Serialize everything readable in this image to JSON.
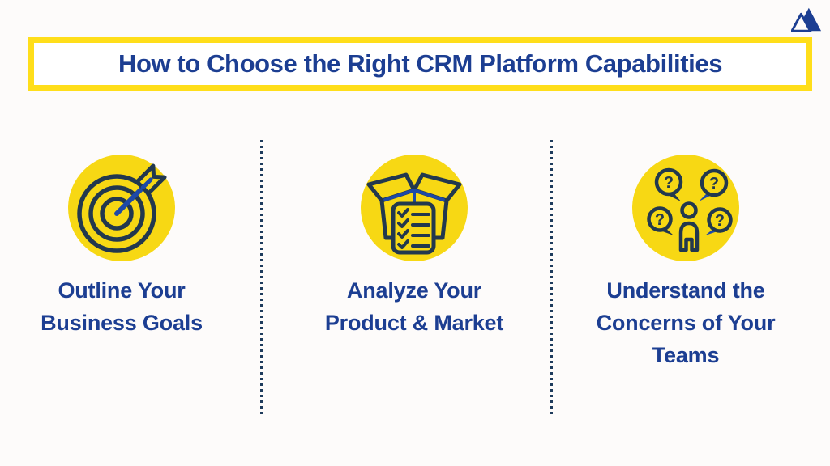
{
  "colors": {
    "page-bg": "#FDFBFA",
    "banner-border": "#FFDE1A",
    "banner-bg": "#FFFFFF",
    "circle-yellow": "#F7D814",
    "icon-navy": "#22384E",
    "icon-blue": "#1D49A8",
    "text-navy": "#1C3E92",
    "divider-navy": "#1E3B5C"
  },
  "header": {
    "title": "How to Choose the Right CRM Platform Capabilities"
  },
  "logo": {
    "icon": "mountain-logo-icon"
  },
  "columns": [
    {
      "icon": "target-arrow-icon",
      "label": "Outline Your Business Goals"
    },
    {
      "icon": "open-box-checklist-icon",
      "label": "Analyze Your Product & Market"
    },
    {
      "icon": "person-question-bubbles-icon",
      "label": "Understand the Concerns of Your Teams"
    }
  ]
}
